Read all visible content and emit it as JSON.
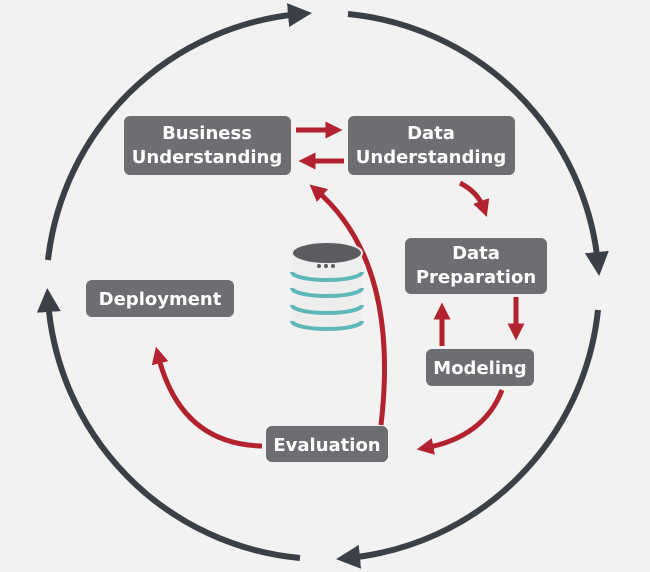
{
  "diagram": {
    "title": "",
    "colors": {
      "background": "#f2f2f2",
      "cycle_ring": "#3b4047",
      "flow_arrow": "#b3232f",
      "node_fill": "#6d6e71",
      "node_text": "#ffffff",
      "database_body": "#eeeeee",
      "database_top": "#5b5c60",
      "database_stripes": "#5fb8b8"
    },
    "icons": {
      "center": "database-icon"
    },
    "nodes": {
      "business_understanding": {
        "line1": "Business",
        "line2": "Understanding"
      },
      "data_understanding": {
        "line1": "Data",
        "line2": "Understanding"
      },
      "data_preparation": {
        "line1": "Data",
        "line2": "Preparation"
      },
      "modeling": {
        "label": "Modeling"
      },
      "evaluation": {
        "label": "Evaluation"
      },
      "deployment": {
        "label": "Deployment"
      }
    },
    "edges": [
      {
        "from": "Business Understanding",
        "to": "Data Understanding"
      },
      {
        "from": "Data Understanding",
        "to": "Business Understanding"
      },
      {
        "from": "Data Understanding",
        "to": "Data Preparation"
      },
      {
        "from": "Data Preparation",
        "to": "Modeling"
      },
      {
        "from": "Modeling",
        "to": "Data Preparation"
      },
      {
        "from": "Modeling",
        "to": "Evaluation"
      },
      {
        "from": "Evaluation",
        "to": "Business Understanding"
      },
      {
        "from": "Evaluation",
        "to": "Deployment"
      }
    ]
  }
}
